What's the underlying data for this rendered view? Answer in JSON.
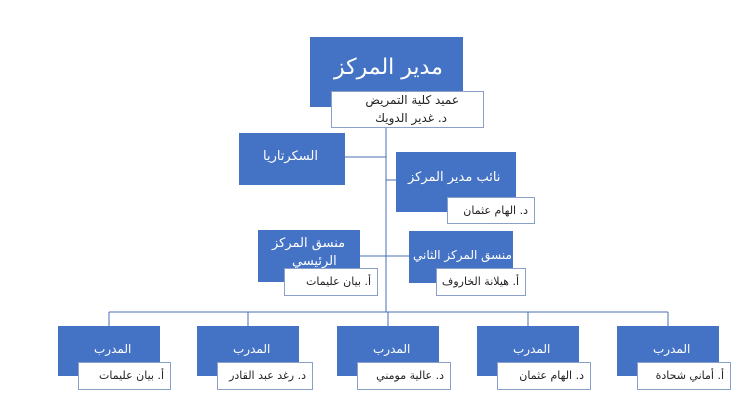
{
  "director": {
    "title": "مدير المركز",
    "line1": "عميد كلية التمريض",
    "line2": "د. غدير الدويك"
  },
  "secretary": {
    "title": "السكرتاريا"
  },
  "deputy": {
    "title": "نائب مدير المركز",
    "name": "د. الهام عثمان"
  },
  "main_coordinator": {
    "title_line1": "منسق المركز",
    "title_line2": "الرئيسي",
    "name": "أ. بيان عليمات"
  },
  "second_coordinator": {
    "title": "منسق المركز الثاني",
    "name": "أ. هيلانة الخاروف"
  },
  "trainers": [
    {
      "title": "المدرب",
      "name": "أ. بيان عليمات"
    },
    {
      "title": "المدرب",
      "name": "د. رغد عبد القادر"
    },
    {
      "title": "المدرب",
      "name": "د. عالية مومني"
    },
    {
      "title": "المدرب",
      "name": "د. الهام عثمان"
    },
    {
      "title": "المدرب",
      "name": "أ. أماني شحادة"
    }
  ],
  "colors": {
    "box": "#4472C4",
    "line": "#4a6fb0",
    "text": "#ffffff"
  }
}
